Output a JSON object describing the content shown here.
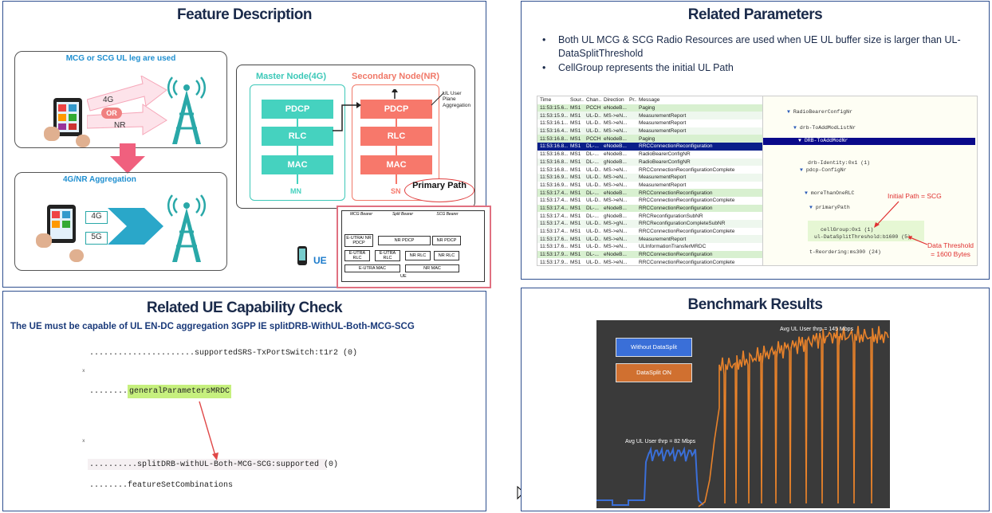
{
  "feature": {
    "title": "Feature Description",
    "mcg_label": "MCG or SCG UL leg are used",
    "leg_4g": "4G",
    "leg_or": "OR",
    "leg_nr": "NR",
    "agg_label": "4G/NR Aggregation",
    "agg_4g": "4G",
    "agg_5g": "5G",
    "master_title": "Master Node(4G)",
    "secondary_title": "Secondary Node(NR)",
    "pdcp": "PDCP",
    "rlc": "RLC",
    "mac": "MAC",
    "mn": "MN",
    "sn": "SN",
    "ul_user_plane": "UL User Plane Aggregation",
    "primary_path": "Primary Path",
    "ue_label": "UE",
    "ue_diagram": {
      "mcg_bearer": "MCG Bearer",
      "split_bearer": "Split Bearer",
      "scg_bearer": "SCG Bearer",
      "eutra_nr_pdcp": "E-UTRA/ NR PDCP",
      "nr_pdcp": "NR PDCP",
      "nr_pdcp2": "NR PDCP",
      "eutra_rlc": "E-UTRA RLC",
      "eutra_rlc2": "E-UTRA RLC",
      "nr_rlc": "NR RLC",
      "nr_rlc2": "NR RLC",
      "eutra_mac": "E-UTRA MAC",
      "nr_mac": "NR MAC",
      "ue": "UE"
    }
  },
  "params": {
    "title": "Related Parameters",
    "bullets": [
      "Both UL MCG & SCG Radio Resources are used when UE UL buffer size is larger than UL-DataSplitThreshold",
      "CellGroup represents the initial UL Path"
    ],
    "log_headers": [
      "Time",
      "Sour...",
      "Chan...",
      "Direction",
      "Pr...",
      "Message"
    ],
    "log_rows": [
      [
        "11:53:15.6...",
        "MS1",
        "PCCH",
        "eNodeB...",
        "",
        "Paging"
      ],
      [
        "11:53:15.9...",
        "MS1",
        "UL-D...",
        "MS->eN...",
        "",
        "MeasurementReport"
      ],
      [
        "11:53:16.1...",
        "MS1",
        "UL-D...",
        "MS->eN...",
        "",
        "MeasurementReport"
      ],
      [
        "11:53:16.4...",
        "MS1",
        "UL-D...",
        "MS->eN...",
        "",
        "MeasurementReport"
      ],
      [
        "11:53:16.8...",
        "MS1",
        "PCCH",
        "eNodeB...",
        "",
        "Paging"
      ],
      [
        "11:53:16.8...",
        "MS1",
        "DL-...",
        "eNodeB...",
        "",
        "RRCConnectionReconfiguration"
      ],
      [
        "11:53:16.8...",
        "MS1",
        "DL-...",
        "eNodeB...",
        "",
        "RadioBearerConfigNR"
      ],
      [
        "11:53:16.8...",
        "MS1",
        "DL-...",
        "gNodeB...",
        "",
        "RadioBearerConfigNR"
      ],
      [
        "11:53:16.8...",
        "MS1",
        "UL-D...",
        "MS->eN...",
        "",
        "RRCConnectionReconfigurationComplete"
      ],
      [
        "11:53:16.9...",
        "MS1",
        "UL-D...",
        "MS->eN...",
        "",
        "MeasurementReport"
      ],
      [
        "11:53:16.9...",
        "MS1",
        "UL-D...",
        "MS->eN...",
        "",
        "MeasurementReport"
      ],
      [
        "11:53:17.4...",
        "MS1",
        "DL-...",
        "eNodeB...",
        "",
        "RRCConnectionReconfiguration"
      ],
      [
        "11:53:17.4...",
        "MS1",
        "UL-D...",
        "MS->eN...",
        "",
        "RRCConnectionReconfigurationComplete"
      ],
      [
        "11:53:17.4...",
        "MS1",
        "DL-...",
        "eNodeB...",
        "",
        "RRCConnectionReconfiguration"
      ],
      [
        "11:53:17.4...",
        "MS1",
        "DL-...",
        "gNodeB...",
        "",
        "RRCReconfigurationSubNR"
      ],
      [
        "11:53:17.4...",
        "MS1",
        "UL-D...",
        "MS->gN...",
        "",
        "RRCReconfigurationCompleteSubNR"
      ],
      [
        "11:53:17.4...",
        "MS1",
        "UL-D...",
        "MS->eN...",
        "",
        "RRCConnectionReconfigurationComplete"
      ],
      [
        "11:53:17.6...",
        "MS1",
        "UL-D...",
        "MS->eN...",
        "",
        "MeasurementReport"
      ],
      [
        "11:53:17.6...",
        "MS1",
        "UL-D...",
        "MS->eN...",
        "",
        "ULInformationTransferMRDC"
      ],
      [
        "11:53:17.9...",
        "MS1",
        "DL-...",
        "eNodeB...",
        "",
        "RRCConnectionReconfiguration"
      ],
      [
        "11:53:17.9...",
        "MS1",
        "UL-D...",
        "MS->eN...",
        "",
        "RRCConnectionReconfigurationComplete"
      ]
    ],
    "tree": {
      "l1": "RadioBearerConfigNr",
      "l2": "drb-ToAddModListNr",
      "l3": "DRB-ToAddModNr",
      "l4": "drb-Identity:0x1 (1)",
      "l5": "pdcp-ConfigNr",
      "l6": "moreThanOneRLC",
      "l7": "primaryPath",
      "l8": "cellGroup:0x1 (1)",
      "l9": "ul-DataSplitThreshold:b1600 (5)",
      "l10": "t-Reordering:ms300 (24)"
    },
    "annot_initial": "Initial Path = SCG",
    "annot_threshold": "Data Threshold = 1600 Bytes"
  },
  "capability": {
    "title": "Related UE Capability Check",
    "subtitle": "The UE must be capable of UL EN-DC aggregation 3GPP IE splitDRB-WithUL-Both-MCG-SCG",
    "line1": "......................supportedSRS-TxPortSwitch:t1r2 (0)",
    "dot1": "x",
    "line2_prefix": "........",
    "line2_highlight": "generalParametersMRDC",
    "dot2": "x",
    "line3": "..........splitDRB-withUL-Both-MCG-SCG:supported (0)",
    "line4": "........featureSetCombinations"
  },
  "benchmark": {
    "title": "Benchmark Results",
    "legend_without": "Without DataSplit",
    "legend_with": "DataSplit ON",
    "avg_high": "Avg UL User thrp = 145 Mbps",
    "avg_low": "Avg UL User thrp = 82 Mbps",
    "colors": {
      "without": "#3a6fd8",
      "with": "#e8822a",
      "bg": "#3a3a3a"
    }
  }
}
